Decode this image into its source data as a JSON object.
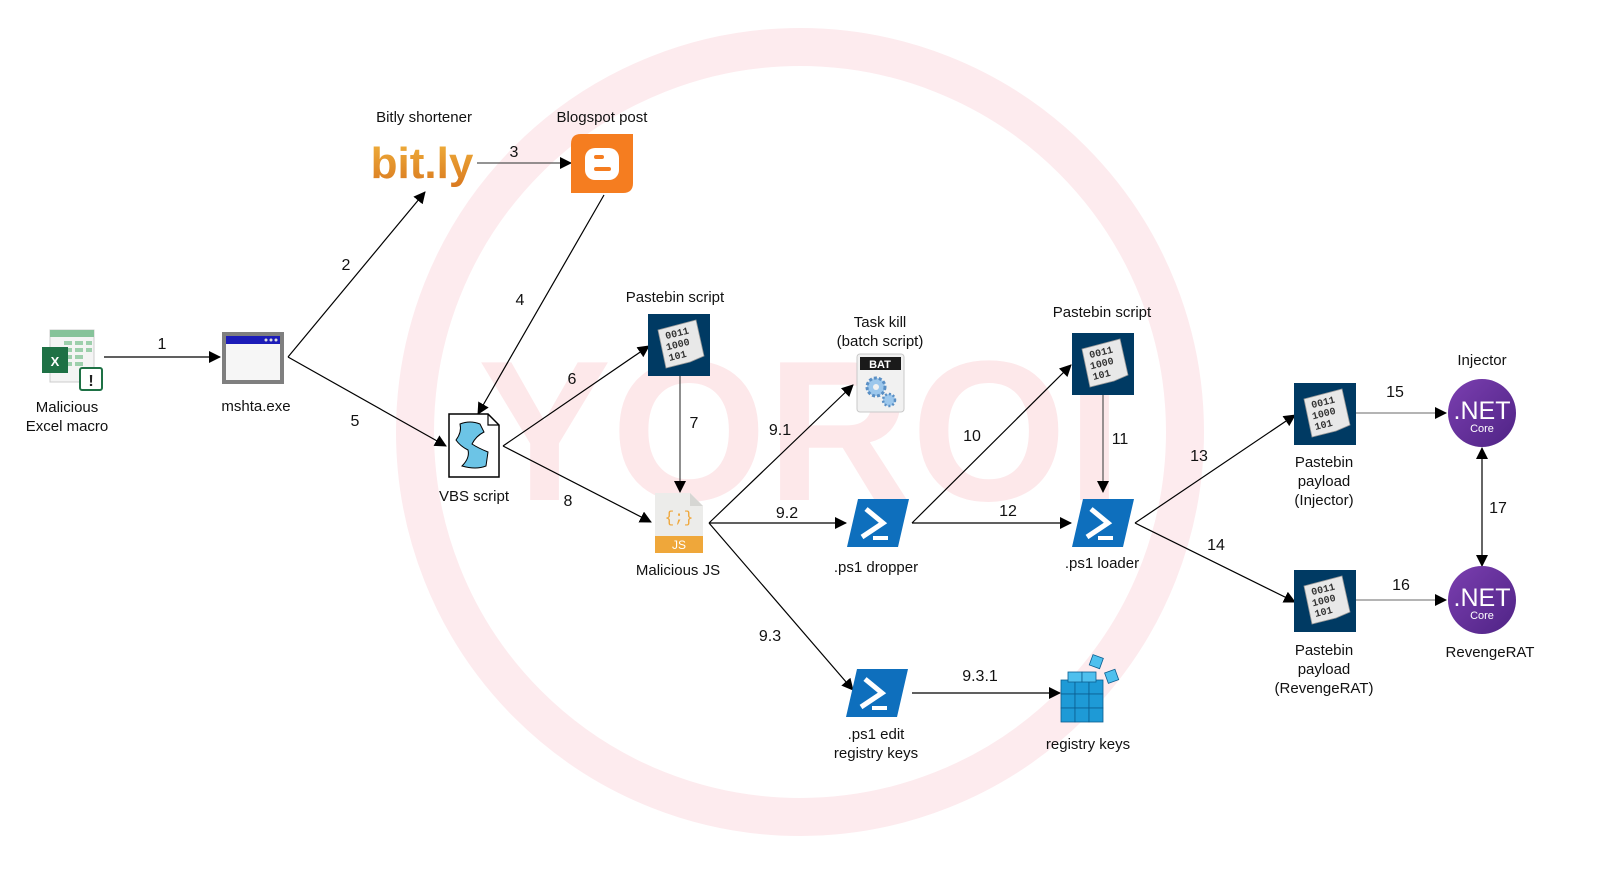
{
  "watermark": {
    "text": "YOROI",
    "color": "#fde3e6"
  },
  "colors": {
    "edge": "#000000",
    "pastebin_bg": "#003a63",
    "blogger": "#f57d20",
    "bitly": "#e69a2c",
    "powershell": "#0e6fbd",
    "dotnet": "#5c2d91",
    "js_band": "#efa73a",
    "registry": "#1e9ad6"
  },
  "nodes": {
    "excel": {
      "label": [
        "Malicious",
        "Excel macro"
      ],
      "icon": "excel-icon"
    },
    "mshta": {
      "label": [
        "mshta.exe"
      ],
      "icon": "window-icon"
    },
    "bitly": {
      "label": [
        "Bitly shortener"
      ],
      "icon": "bitly-logo",
      "logo_text": "bit.ly"
    },
    "blogspot": {
      "label": [
        "Blogspot post"
      ],
      "icon": "blogger-icon"
    },
    "vbs": {
      "label": [
        "VBS script"
      ],
      "icon": "script-scroll-icon"
    },
    "pastebin1": {
      "label": [
        "Pastebin script"
      ],
      "icon": "binary-file-icon",
      "binary": [
        "0011",
        "1000",
        "101"
      ]
    },
    "js": {
      "label": [
        "Malicious JS"
      ],
      "icon": "js-file-icon",
      "glyph": "{;}",
      "band": "JS"
    },
    "taskkill": {
      "label": [
        "Task kill",
        "(batch script)"
      ],
      "icon": "bat-file-icon",
      "band": "BAT"
    },
    "dropper": {
      "label": [
        ".ps1 dropper"
      ],
      "icon": "powershell-icon"
    },
    "editreg": {
      "label": [
        ".ps1 edit",
        "registry keys"
      ],
      "icon": "powershell-icon"
    },
    "registry": {
      "label": [
        "registry keys"
      ],
      "icon": "registry-icon"
    },
    "pastebin2": {
      "label": [
        "Pastebin script"
      ],
      "icon": "binary-file-icon",
      "binary": [
        "0011",
        "1000",
        "101"
      ]
    },
    "loader": {
      "label": [
        ".ps1 loader"
      ],
      "icon": "powershell-icon"
    },
    "payload_inj": {
      "label": [
        "Pastebin",
        "payload",
        "(Injector)"
      ],
      "icon": "binary-file-icon",
      "binary": [
        "0011",
        "1000",
        "101"
      ]
    },
    "payload_rat": {
      "label": [
        "Pastebin",
        "payload",
        "(RevengeRAT)"
      ],
      "icon": "binary-file-icon",
      "binary": [
        "0011",
        "1000",
        "101"
      ]
    },
    "injector": {
      "label": [
        "Injector"
      ],
      "icon": "dotnet-core-icon",
      "logo_main": ".NET",
      "logo_sub": "Core"
    },
    "revengerat": {
      "label": [
        "RevengeRAT"
      ],
      "icon": "dotnet-core-icon",
      "logo_main": ".NET",
      "logo_sub": "Core"
    }
  },
  "edges": [
    {
      "id": "1",
      "label": "1",
      "from": "excel",
      "to": "mshta"
    },
    {
      "id": "2",
      "label": "2",
      "from": "mshta",
      "to": "bitly"
    },
    {
      "id": "3",
      "label": "3",
      "from": "bitly",
      "to": "blogspot"
    },
    {
      "id": "4",
      "label": "4",
      "from": "blogspot",
      "to": "vbs"
    },
    {
      "id": "5",
      "label": "5",
      "from": "mshta",
      "to": "vbs"
    },
    {
      "id": "6",
      "label": "6",
      "from": "vbs",
      "to": "pastebin1"
    },
    {
      "id": "7",
      "label": "7",
      "from": "pastebin1",
      "to": "js"
    },
    {
      "id": "8",
      "label": "8",
      "from": "vbs",
      "to": "js"
    },
    {
      "id": "9.1",
      "label": "9.1",
      "from": "js",
      "to": "taskkill"
    },
    {
      "id": "9.2",
      "label": "9.2",
      "from": "js",
      "to": "dropper"
    },
    {
      "id": "9.3",
      "label": "9.3",
      "from": "js",
      "to": "editreg"
    },
    {
      "id": "9.3.1",
      "label": "9.3.1",
      "from": "editreg",
      "to": "registry"
    },
    {
      "id": "10",
      "label": "10",
      "from": "dropper",
      "to": "pastebin2"
    },
    {
      "id": "11",
      "label": "11",
      "from": "pastebin2",
      "to": "loader"
    },
    {
      "id": "12",
      "label": "12",
      "from": "dropper",
      "to": "loader"
    },
    {
      "id": "13",
      "label": "13",
      "from": "loader",
      "to": "payload_inj"
    },
    {
      "id": "14",
      "label": "14",
      "from": "loader",
      "to": "payload_rat"
    },
    {
      "id": "15",
      "label": "15",
      "from": "payload_inj",
      "to": "injector"
    },
    {
      "id": "16",
      "label": "16",
      "from": "payload_rat",
      "to": "revengerat"
    },
    {
      "id": "17",
      "label": "17",
      "from": "injector",
      "to": "revengerat",
      "bidirectional": true
    }
  ]
}
